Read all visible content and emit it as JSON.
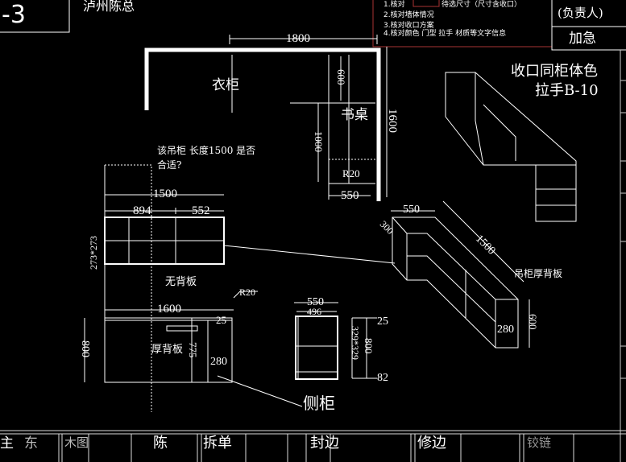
{
  "header": {
    "drawing_no": "-3",
    "customer": "泸州陈总"
  },
  "notes": [
    "1.核对",
    "待选尺寸（尺寸含收口）",
    "2.核对墙体情况",
    "3.核对收口方案",
    "4.核对颜色 门型 拉手 材质等文字信息"
  ],
  "top_right": {
    "responsible": "(负责人)",
    "urgent": "加急",
    "remark1": "收口同柜体色",
    "remark2": "拉手B-10"
  },
  "plan": {
    "wardrobe": "衣柜",
    "desk": "书桌",
    "width": "1800",
    "depth": "600",
    "desk_len": "1000",
    "side_len": "1600",
    "radius": "R20",
    "desk_depth": "550"
  },
  "wall_cabinet": {
    "question": "该吊柜 长度1500 是否合适?",
    "total": "1500",
    "left": "894",
    "right": "552",
    "heights": "273*273",
    "no_back": "无背板"
  },
  "base_cabinet": {
    "width": "1600",
    "radius": "R20",
    "top": "25",
    "height": "800",
    "thick_back": "厚背板",
    "inner_height": "775",
    "depth": "280"
  },
  "side_cabinet": {
    "label": "侧柜",
    "width": "550",
    "inner_width": "496",
    "top": "25",
    "shelves": "329*329",
    "height": "800",
    "bottom": "82"
  },
  "iso_cabinet": {
    "width": "550",
    "depth": "300",
    "length": "1500",
    "label": "吊柜厚背板",
    "inner_depth": "280",
    "height": "600"
  },
  "title_block": [
    "主",
    "东",
    "木图",
    "陈",
    "拆单",
    "封边",
    "修边",
    "铰链"
  ]
}
